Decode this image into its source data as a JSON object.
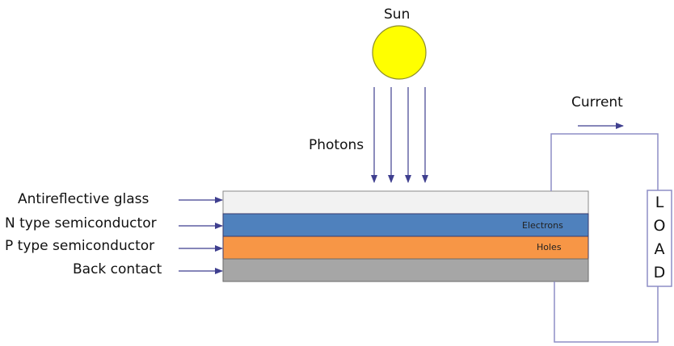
{
  "sun": {
    "label": "Sun"
  },
  "photons": {
    "label": "Photons"
  },
  "current": {
    "label": "Current"
  },
  "layers": [
    {
      "label": "Antireflective glass",
      "inner_label": "",
      "color": "#f2f2f2"
    },
    {
      "label": "N type semiconductor",
      "inner_label": "Electrons",
      "color": "#4f81bd"
    },
    {
      "label": "P type semiconductor",
      "inner_label": "Holes",
      "color": "#f79646"
    },
    {
      "label": "Back contact",
      "inner_label": "",
      "color": "#a6a6a6"
    }
  ],
  "load": {
    "letters": [
      "L",
      "O",
      "A",
      "D"
    ]
  },
  "colors": {
    "arrow": "#3f3f8f",
    "wire": "#8e8ec6",
    "sun_fill": "#ffff00",
    "sun_stroke": "#8c8c2a"
  }
}
